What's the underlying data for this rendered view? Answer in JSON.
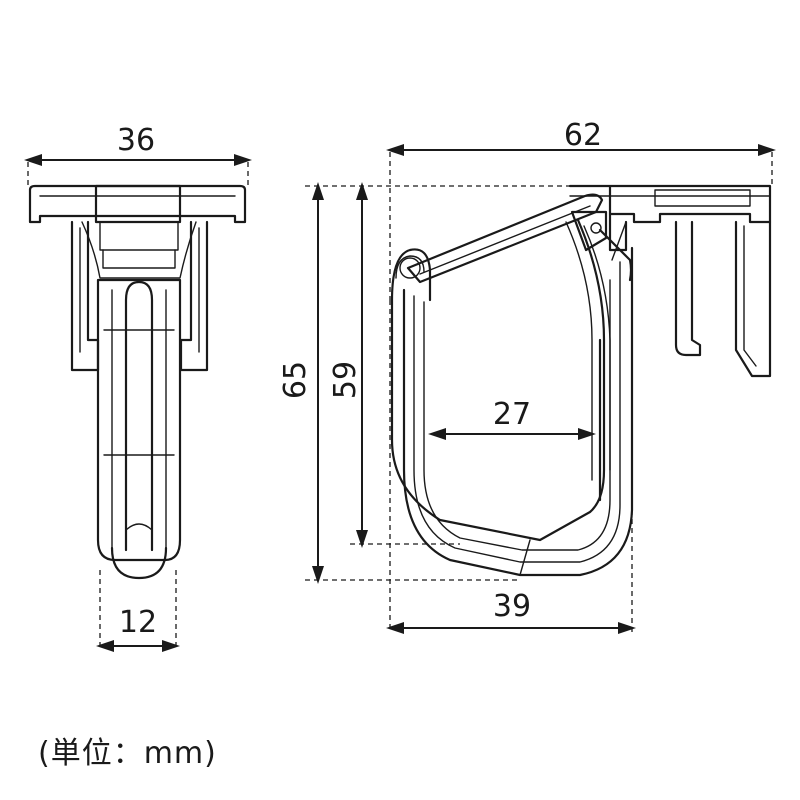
{
  "dimensions": {
    "front_width": "36",
    "front_tip_width": "12",
    "side_width": "62",
    "side_height_total": "65",
    "side_height_hook": "59",
    "hook_inner_width": "27",
    "hook_outer_width": "39"
  },
  "unit_label": "(単位：mm)"
}
